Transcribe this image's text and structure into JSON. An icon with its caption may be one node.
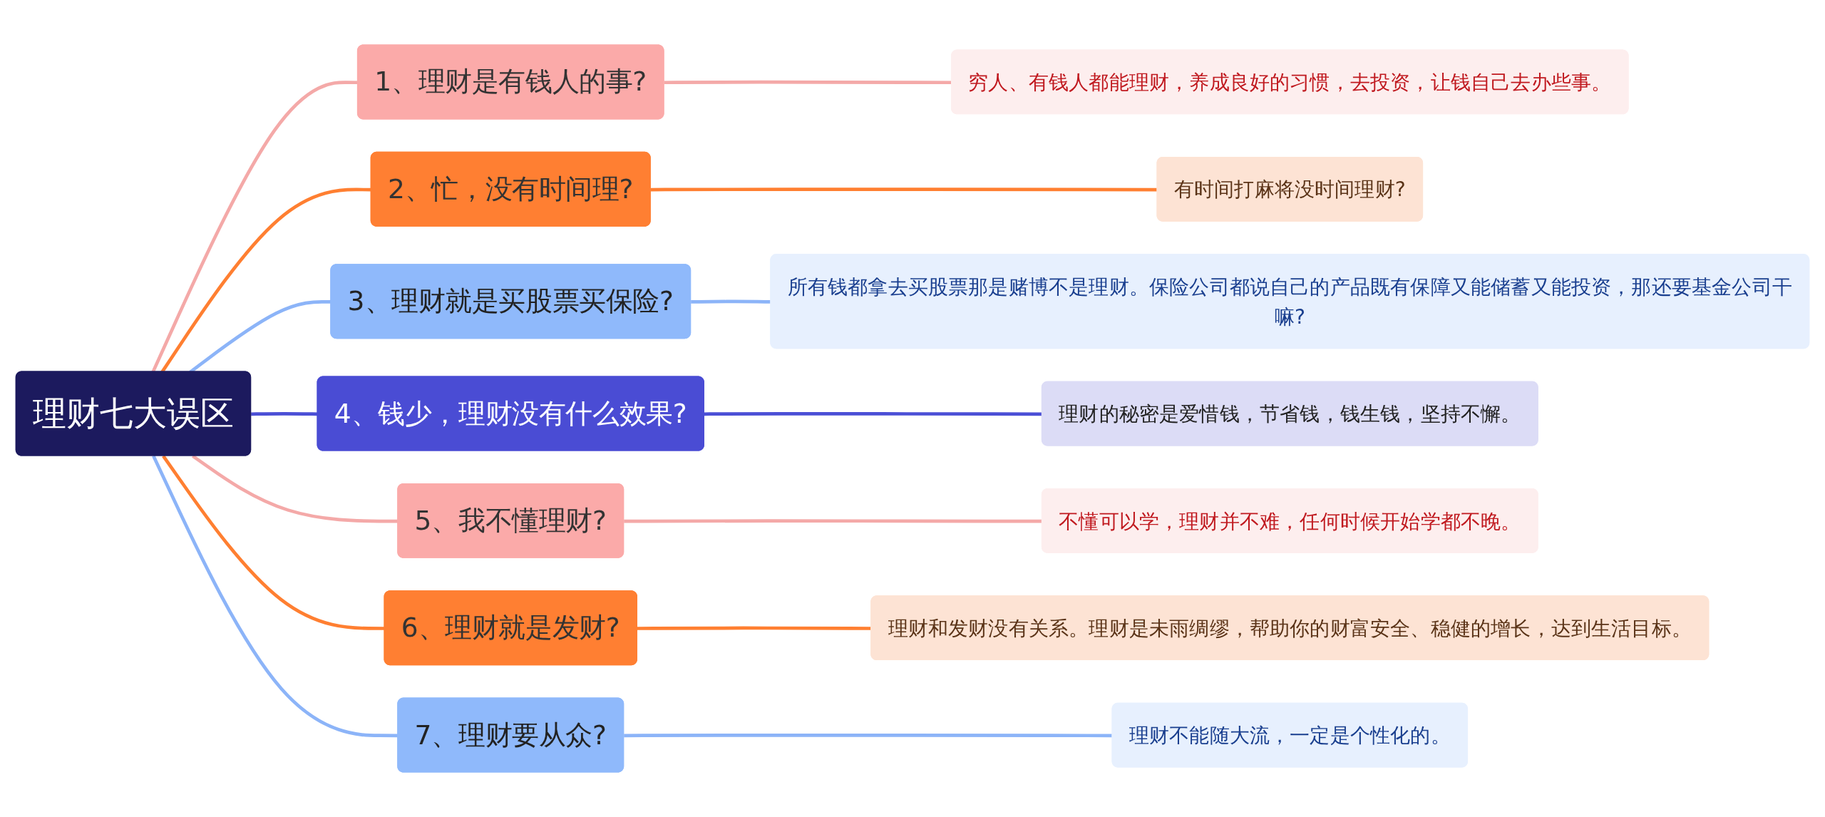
{
  "diagram": {
    "nodes": [
      {
        "text": [
          "理财七大误区"
        ]
      },
      {
        "text": [
          "1、理财是有钱人的事?"
        ]
      },
      {
        "text": [
          "穷人、有钱人都能理财，养成良好的习惯，去投资，让钱自己去办些事。"
        ]
      },
      {
        "text": [
          "2、忙，没有时间理?"
        ]
      },
      {
        "text": [
          "有时间打麻将没时间理财?"
        ]
      },
      {
        "text": [
          "3、理财就是买股票买保险?"
        ]
      },
      {
        "text": [
          "所有钱都拿去买股票那是赌博不是理财。保险公司都说自己的产品既有保障又能储蓄又能投资，那还要基金公司干嘛?"
        ]
      },
      {
        "text": [
          "4、钱少，理财没有什么效果?"
        ]
      },
      {
        "text": [
          "理财的秘密是爱惜钱，节省钱，钱生钱，坚持不懈。"
        ]
      },
      {
        "text": [
          "5、我不懂理财?"
        ]
      },
      {
        "text": [
          "不懂可以学，理财并不难，任何时候开始学都不晚。"
        ]
      },
      {
        "text": [
          "6、理财就是发财?"
        ]
      },
      {
        "text": [
          "理财和发财没有关系。理财是未雨绸缪，帮助你的财富安全、稳健的增长，达到生活目标。"
        ]
      },
      {
        "text": [
          "7、理财要从众?"
        ]
      },
      {
        "text": [
          "理财不能随大流，一定是个性化的。"
        ]
      }
    ],
    "edges": [
      {
        "from": 0,
        "to": 1,
        "arrow": "none",
        "color": "#f4a9a8"
      },
      {
        "from": 1,
        "to": 2,
        "arrow": "none",
        "color": "#f4a9a8"
      },
      {
        "from": 0,
        "to": 3,
        "arrow": "none",
        "color": "#ff7f31"
      },
      {
        "from": 3,
        "to": 4,
        "arrow": "none",
        "color": "#ff7f31"
      },
      {
        "from": 0,
        "to": 5,
        "arrow": "none",
        "color": "#8cb4f8"
      },
      {
        "from": 5,
        "to": 6,
        "arrow": "none",
        "color": "#8cb4f8"
      },
      {
        "from": 0,
        "to": 7,
        "arrow": "none",
        "color": "#4b4fd6"
      },
      {
        "from": 7,
        "to": 8,
        "arrow": "none",
        "color": "#4b4fd6"
      },
      {
        "from": 0,
        "to": 9,
        "arrow": "none",
        "color": "#f4a9a8"
      },
      {
        "from": 9,
        "to": 10,
        "arrow": "none",
        "color": "#f4a9a8"
      },
      {
        "from": 0,
        "to": 11,
        "arrow": "none",
        "color": "#ff7f31"
      },
      {
        "from": 11,
        "to": 12,
        "arrow": "none",
        "color": "#ff7f31"
      },
      {
        "from": 0,
        "to": 13,
        "arrow": "none",
        "color": "#8cb4f8"
      },
      {
        "from": 13,
        "to": 14,
        "arrow": "none",
        "color": "#8cb4f8"
      }
    ]
  }
}
